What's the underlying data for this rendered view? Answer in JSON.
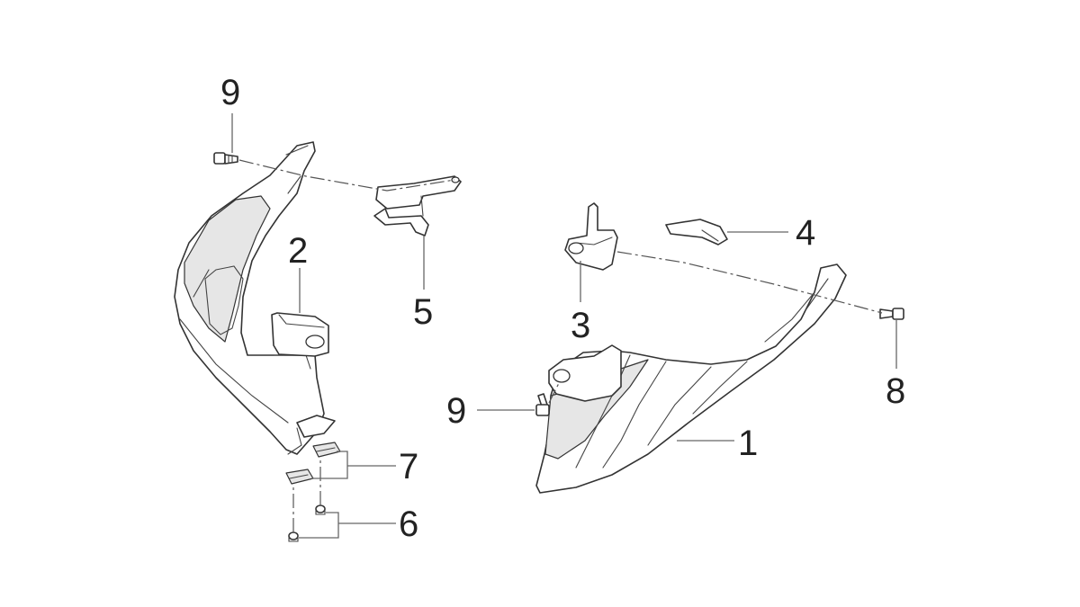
{
  "diagram": {
    "callouts": {
      "c1": "1",
      "c2": "2",
      "c3": "3",
      "c4": "4",
      "c5": "5",
      "c6": "6",
      "c7": "7",
      "c8": "8",
      "c9_top": "9",
      "c9_mid": "9"
    },
    "colors": {
      "line": "#333333",
      "shade": "#e6e6e6",
      "background": "#ffffff"
    }
  }
}
